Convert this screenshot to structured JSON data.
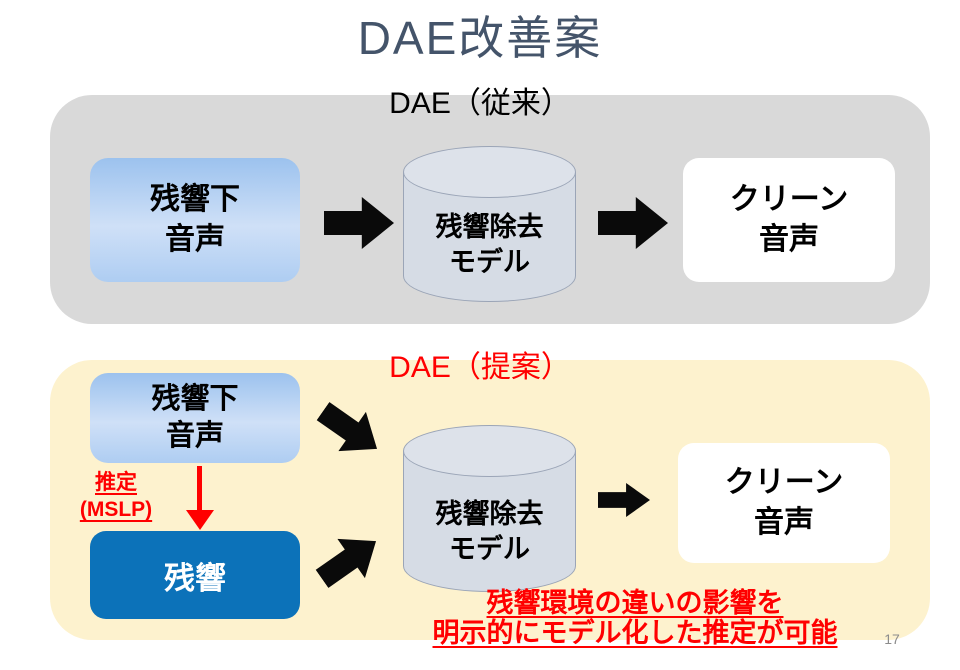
{
  "slide": {
    "title": "DAE改善案",
    "page_number": "17",
    "colors": {
      "title_text": "#44546A",
      "conventional_section_bg": "#D9D9D9",
      "proposed_section_bg": "#FDF2CE",
      "accent_red": "#FF0000",
      "reverb_box_blue": "#0C72B9",
      "input_box_gradient_top": "#9CC2EE",
      "cylinder_fill": "#D6DCE5",
      "arrow_black": "#0A0A0A"
    },
    "icons": {
      "flow_arrow": "right-block-arrow",
      "diag_down_arrow": "down-right-block-arrow",
      "diag_up_arrow": "up-right-block-arrow",
      "estimate_arrow": "red-down-arrow"
    },
    "conventional": {
      "label": "DAE（従来）",
      "input_box": "残響下\n音声",
      "model_cylinder": "残響除去\nモデル",
      "output_box": "クリーン\n音声"
    },
    "proposed": {
      "label": "DAE（提案）",
      "input_box": "残響下\n音声",
      "estimate_label": "推定\n(MSLP)",
      "reverb_box": "残響",
      "model_cylinder": "残響除去\nモデル",
      "output_box": "クリーン\n音声",
      "note": "残響環境の違いの影響を\n明示的にモデル化した推定が可能"
    }
  }
}
